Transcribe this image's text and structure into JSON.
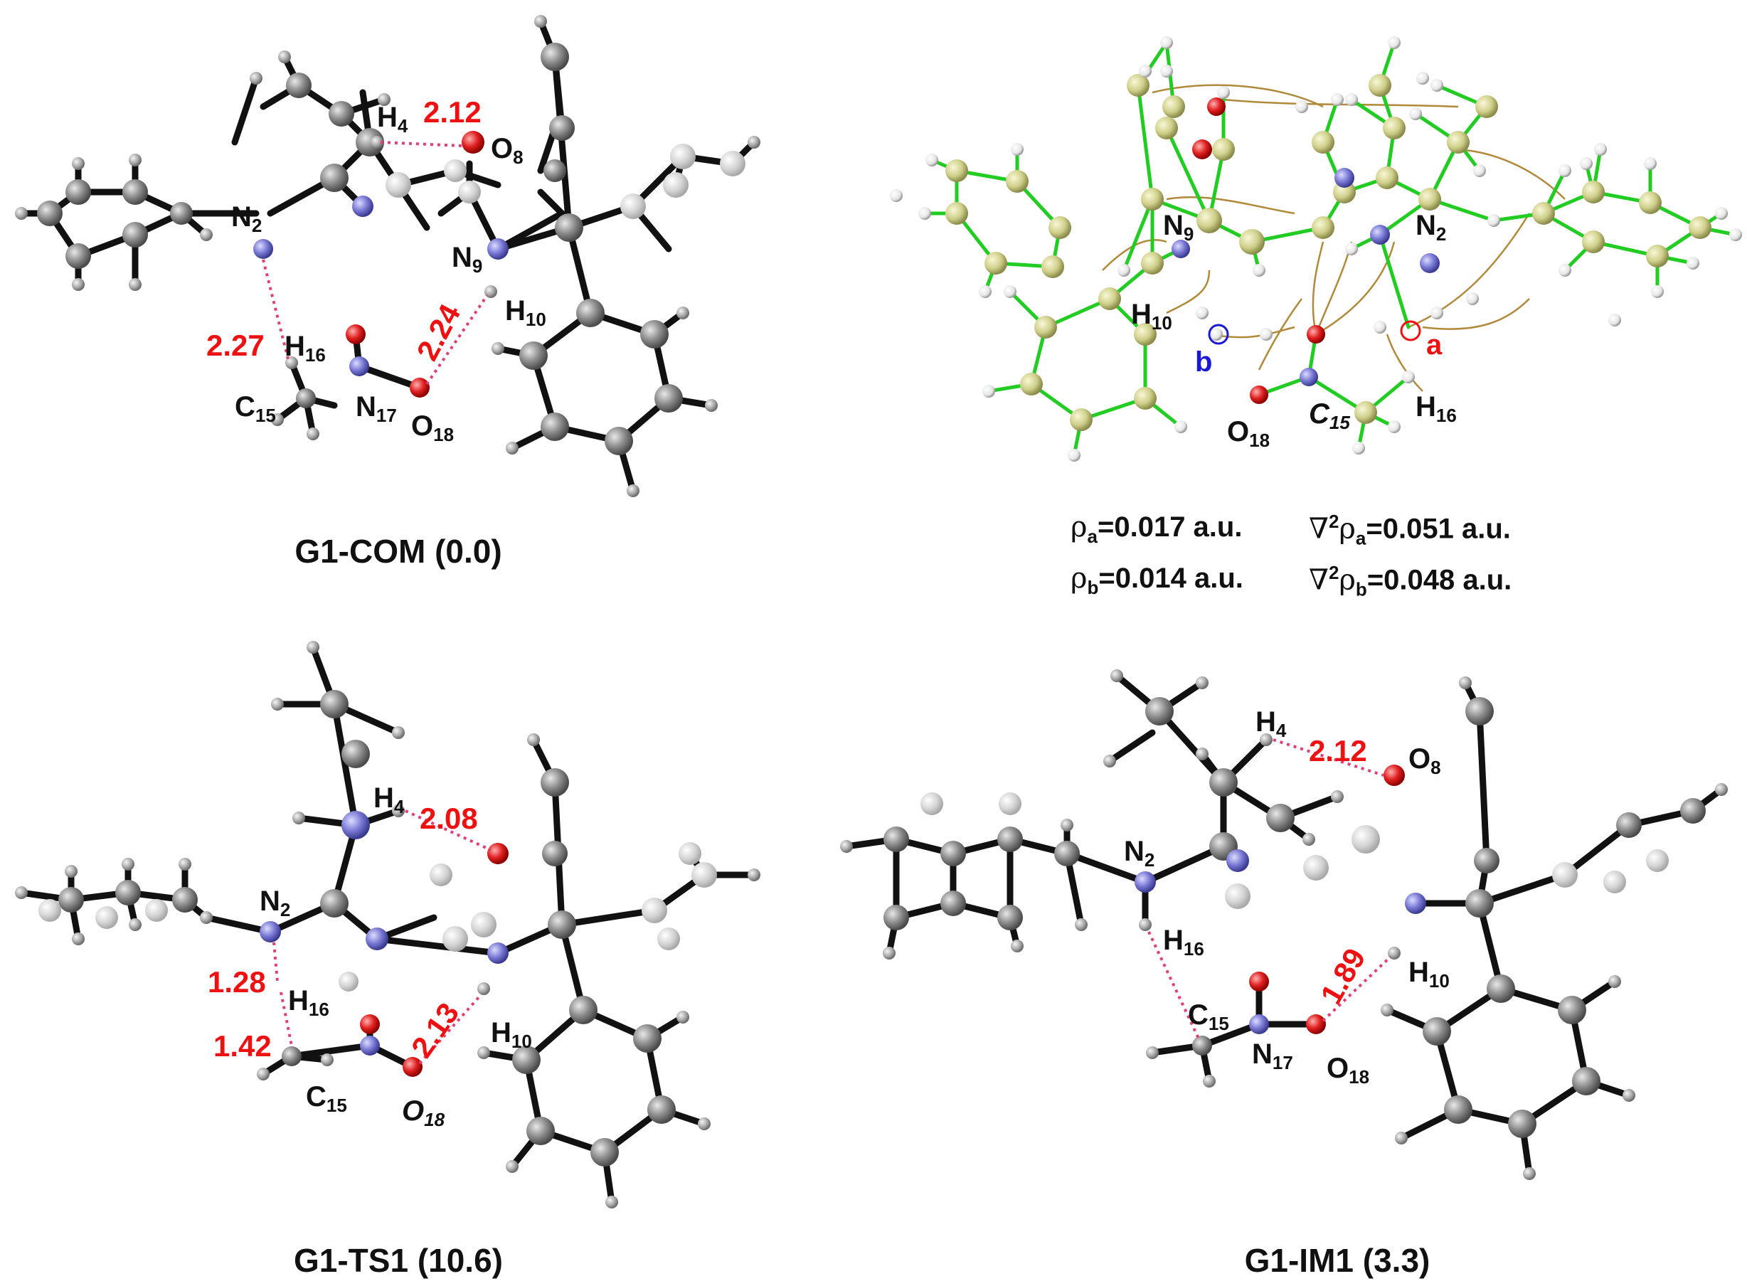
{
  "colors": {
    "carbon": "#8c8c8c",
    "carbon_back": "#cfcfcf",
    "hydrogen": "#a9a9a9",
    "nitrogen": "#7a7ad6",
    "oxygen": "#e02020",
    "bond": "#111111",
    "hbond": "#e0407a",
    "distance_text": "#ee1111",
    "aim_bond": "#22cc22",
    "aim_atom_c": "#cfcf8a",
    "aim_path": "#b08a3a",
    "critical_point_a": "#ee1111",
    "critical_point_b": "#1a1ad6"
  },
  "panels": {
    "g1_com": {
      "caption": "G1-COM (0.0)",
      "atom_labels": {
        "h4": "H",
        "h4_sub": "4",
        "o8": "O",
        "o8_sub": "8",
        "n2": "N",
        "n2_sub": "2",
        "n9": "N",
        "n9_sub": "9",
        "h10": "H",
        "h10_sub": "10",
        "h16": "H",
        "h16_sub": "16",
        "c15": "C",
        "c15_sub": "15",
        "n17": "N",
        "n17_sub": "17",
        "o18": "O",
        "o18_sub": "18"
      },
      "distances": {
        "d1": "2.12",
        "d2": "2.27",
        "d3": "2.24"
      }
    },
    "aim": {
      "atom_labels": {
        "n9": "N",
        "n9_sub": "9",
        "n2": "N",
        "n2_sub": "2",
        "h10": "H",
        "h10_sub": "10",
        "o18": "O",
        "o18_sub": "18",
        "c15": "C",
        "c15_sub": "15",
        "h16": "H",
        "h16_sub": "16",
        "cp_a": "a",
        "cp_b": "b"
      },
      "properties": {
        "rho_a": "=0.017 a.u.",
        "lap_a": "=0.051 a.u.",
        "rho_b": "=0.014 a.u.",
        "lap_b": "=0.048 a.u."
      }
    },
    "g1_ts1": {
      "caption": "G1-TS1 (10.6)",
      "atom_labels": {
        "h4": "H",
        "h4_sub": "4",
        "n2": "N",
        "n2_sub": "2",
        "h16": "H",
        "h16_sub": "16",
        "c15": "C",
        "c15_sub": "15",
        "h10": "H",
        "h10_sub": "10",
        "o18": "O",
        "o18_sub": "18"
      },
      "distances": {
        "d1": "2.08",
        "d2": "1.28",
        "d3": "1.42",
        "d4": "2.13"
      }
    },
    "g1_im1": {
      "caption": "G1-IM1 (3.3)",
      "atom_labels": {
        "h4": "H",
        "h4_sub": "4",
        "o8": "O",
        "o8_sub": "8",
        "n2": "N",
        "n2_sub": "2",
        "h16": "H",
        "h16_sub": "16",
        "c15": "C",
        "c15_sub": "15",
        "n17": "N",
        "n17_sub": "17",
        "o18": "O",
        "o18_sub": "18",
        "h10": "H",
        "h10_sub": "10"
      },
      "distances": {
        "d1": "2.12",
        "d2": "1.89"
      }
    }
  }
}
